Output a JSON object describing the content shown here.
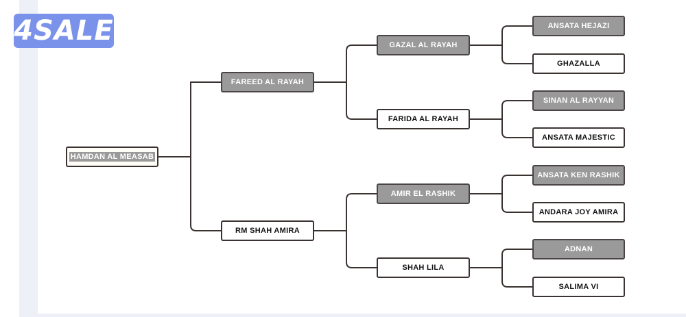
{
  "logo": {
    "text": "4SALE"
  },
  "pedigree": {
    "root": {
      "name": "HAMDAN AL MEASAB"
    },
    "sire": {
      "name": "FAREED AL RAYAH"
    },
    "dam": {
      "name": "RM SHAH AMIRA"
    },
    "sire_sire": {
      "name": "GAZAL AL RAYAH"
    },
    "sire_dam": {
      "name": "FARIDA AL RAYAH"
    },
    "dam_sire": {
      "name": "AMIR EL RASHIK"
    },
    "dam_dam": {
      "name": "SHAH LILA"
    },
    "ggp": [
      {
        "name": "ANSATA HEJAZI"
      },
      {
        "name": "GHAZALLA"
      },
      {
        "name": "SINAN AL RAYYAN"
      },
      {
        "name": "ANSATA MAJESTIC"
      },
      {
        "name": "ANSATA KEN RASHIK"
      },
      {
        "name": "ANDARA JOY AMIRA"
      },
      {
        "name": "ADNAN"
      },
      {
        "name": "SALIMA VI"
      }
    ]
  },
  "colors": {
    "male_box": "#9a9a9a",
    "female_box": "#ffffff",
    "line": "#3a3230",
    "background": "#eef0f7",
    "logo": "#7b92ea"
  }
}
